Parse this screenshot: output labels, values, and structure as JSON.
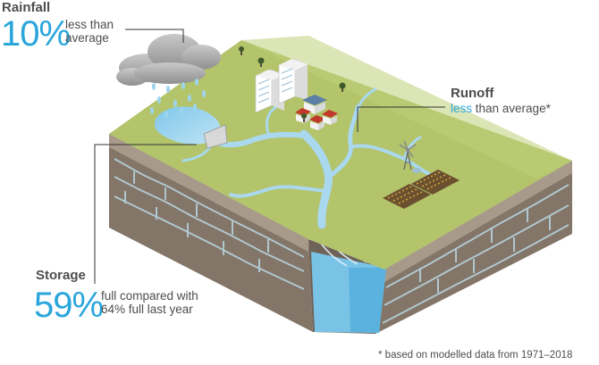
{
  "rainfall": {
    "title": "Rainfall",
    "value": "10%",
    "desc_line1": "less than",
    "desc_line2": "average"
  },
  "runoff": {
    "title": "Runoff",
    "desc_accent": "less",
    "desc_rest": " than average*"
  },
  "storage": {
    "title": "Storage",
    "value": "59%",
    "desc_line1": "full compared with",
    "desc_line2": "64% full last year"
  },
  "footnote": "* based on modelled data from 1971–2018",
  "colors": {
    "accent": "#2aa6dc",
    "grass": "#b3c46b",
    "water": "#a9d8ef",
    "rock": "#8c7f73",
    "text": "#4d4d4d"
  }
}
